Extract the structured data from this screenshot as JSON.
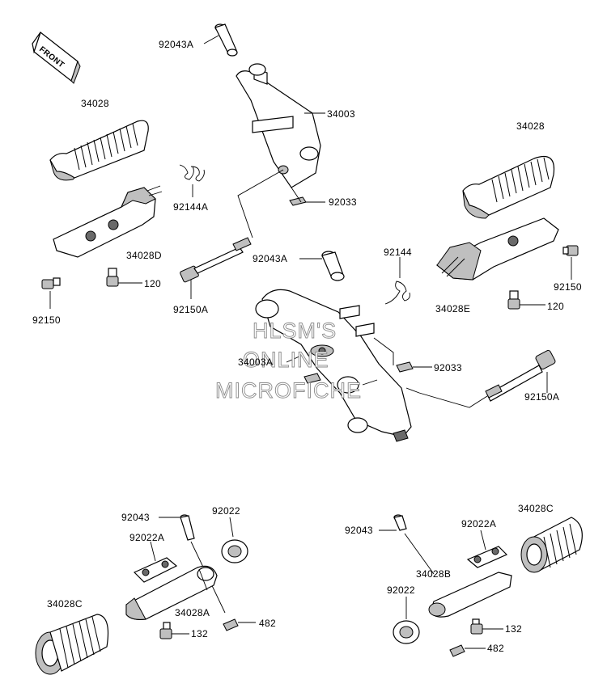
{
  "front_badge": "FRONT",
  "watermark": [
    "HLSM'S",
    "ONLINE",
    "MICROFICHE"
  ],
  "labels": {
    "l_92043A_top": "92043A",
    "l_34003": "34003",
    "l_34028_left": "34028",
    "l_92144A": "92144A",
    "l_92033_top": "92033",
    "l_34028D": "34028D",
    "l_120_left": "120",
    "l_92150_left": "92150",
    "l_92150A_left": "92150A",
    "l_92043A_mid": "92043A",
    "l_34028_right": "34028",
    "l_92144": "92144",
    "l_92150_right": "92150",
    "l_34028E": "34028E",
    "l_120_right": "120",
    "l_34003A": "34003A",
    "l_92033_mid": "92033",
    "l_92150A_right": "92150A",
    "l_92043_left": "92043",
    "l_92022_left": "92022",
    "l_92022A_left": "92022A",
    "l_34028C_left": "34028C",
    "l_34028A": "34028A",
    "l_482_left": "482",
    "l_132_left": "132",
    "l_92043_right": "92043",
    "l_92022A_right": "92022A",
    "l_34028C_right": "34028C",
    "l_34028B": "34028B",
    "l_92022_right": "92022",
    "l_132_right": "132",
    "l_482_right": "482"
  }
}
